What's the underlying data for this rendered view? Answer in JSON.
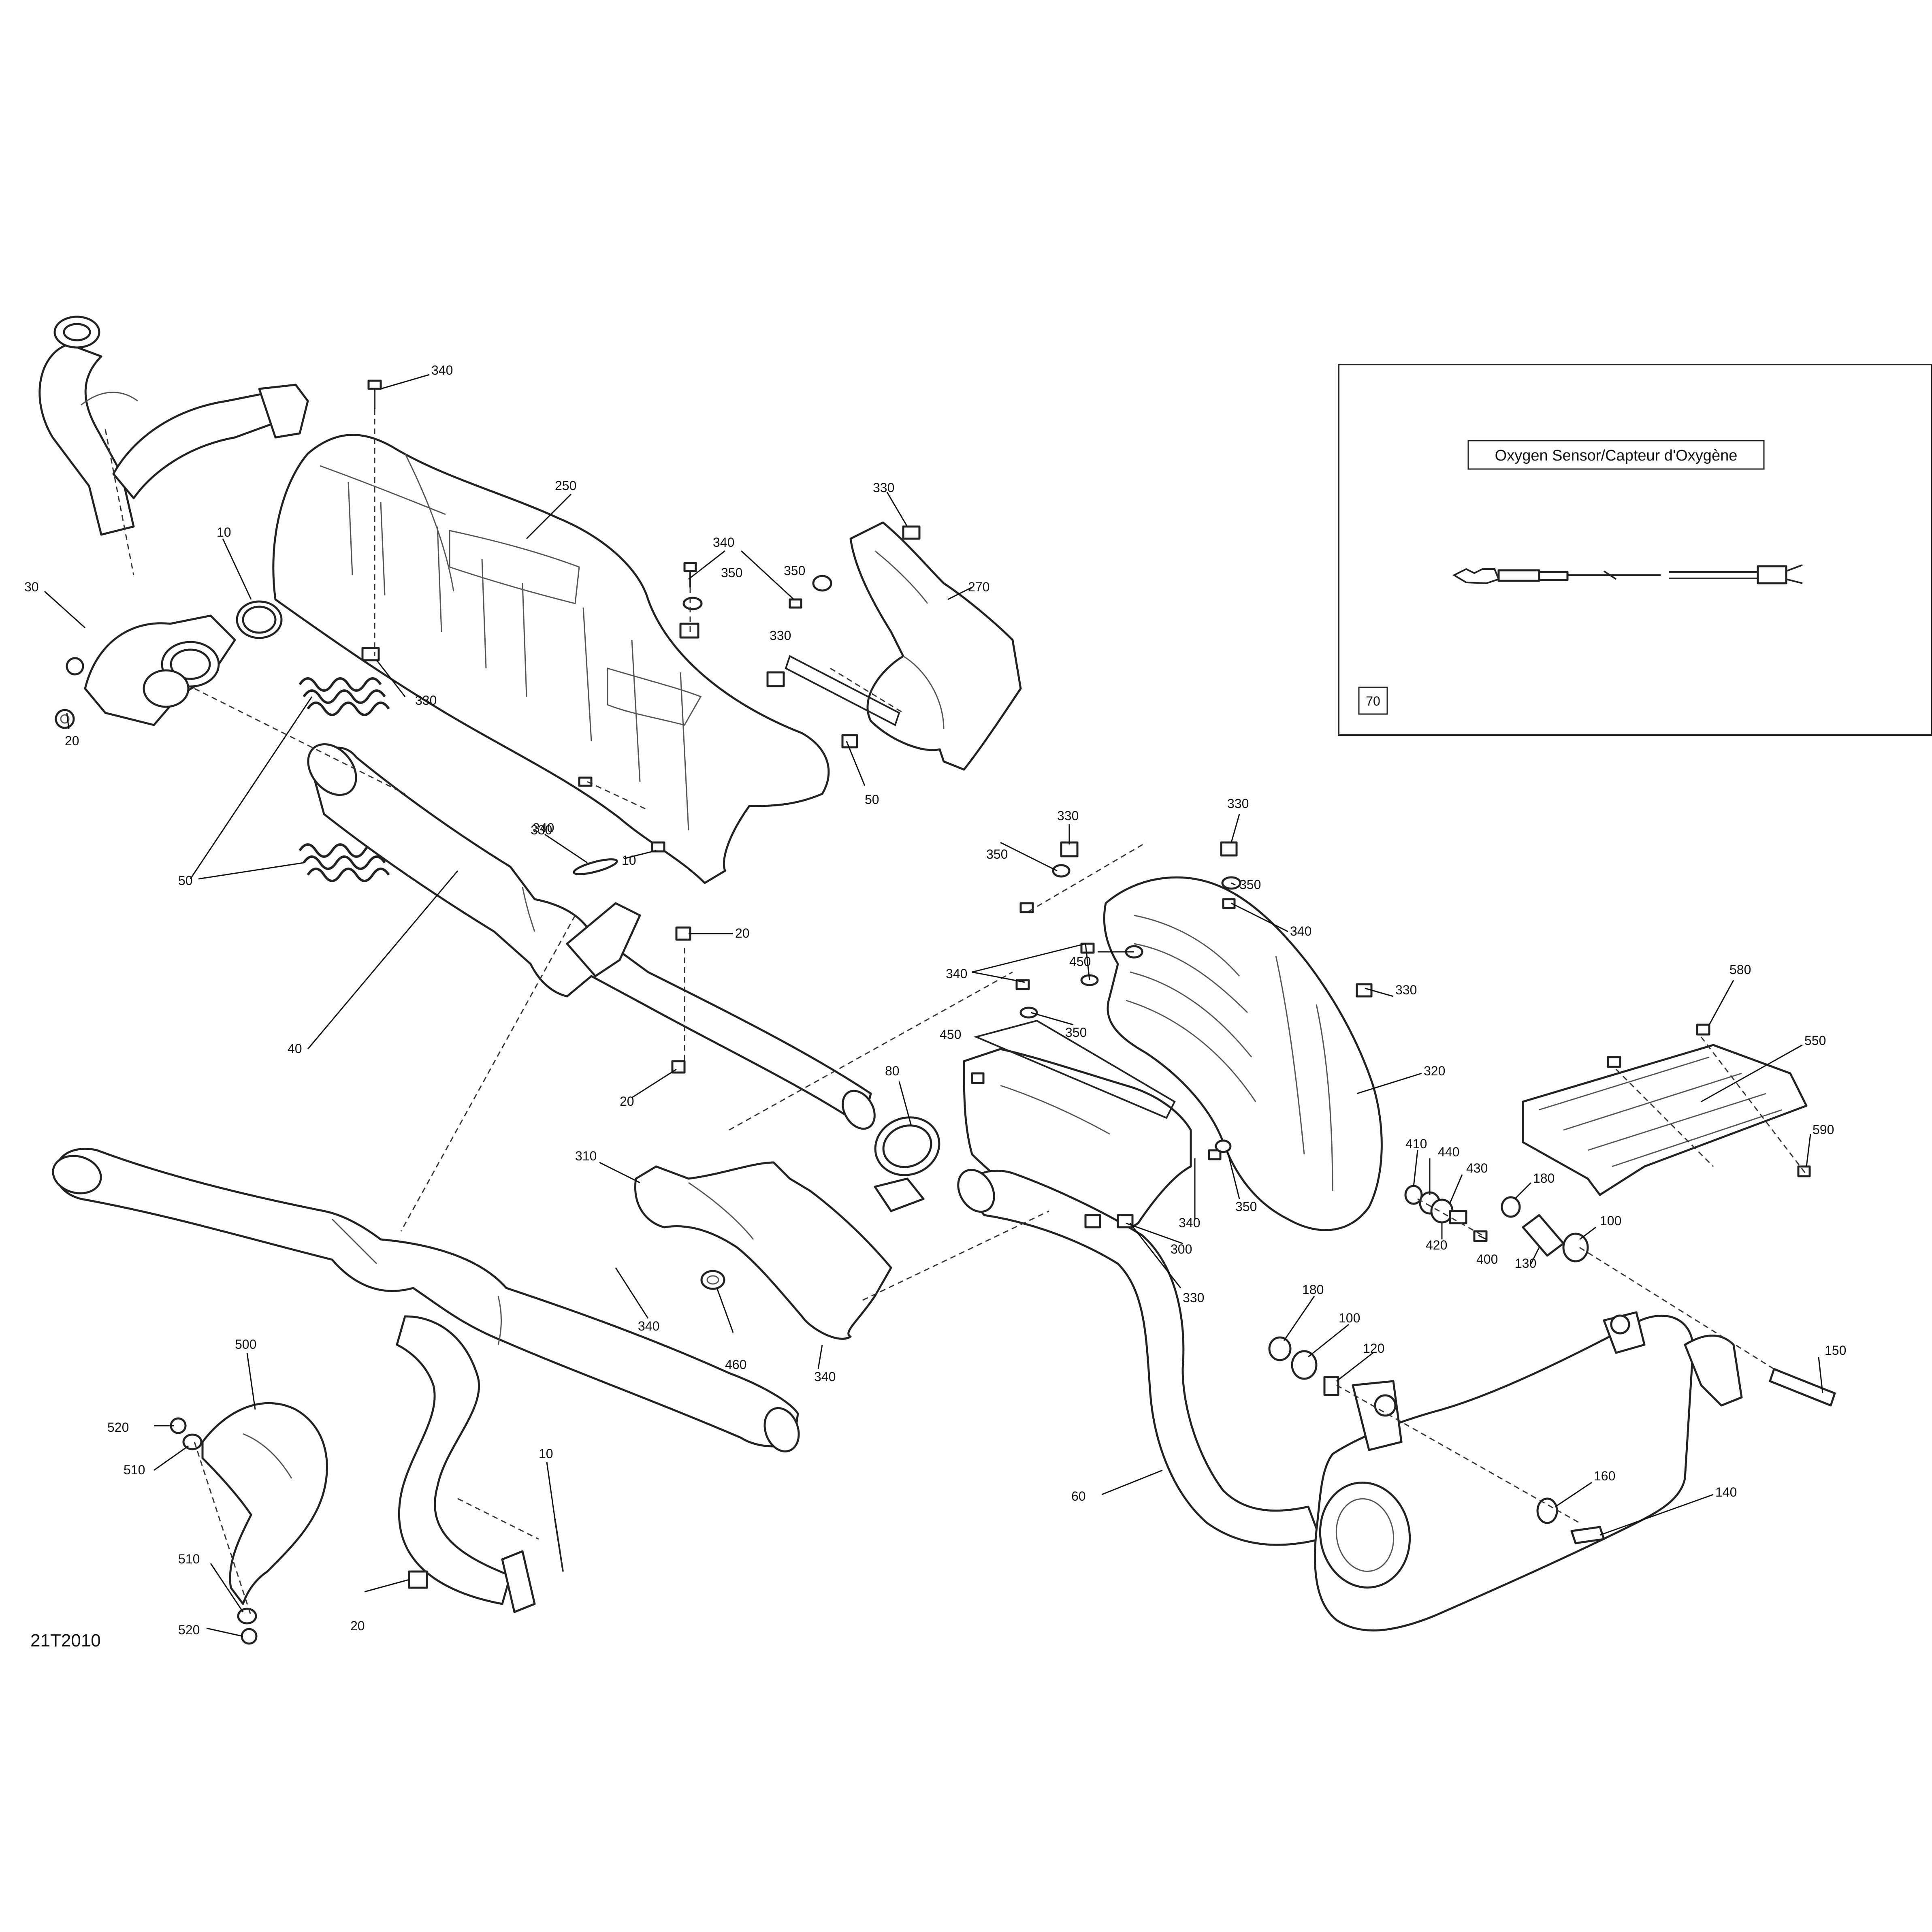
{
  "diagram_id": "21T2010",
  "inset": {
    "title": "Oxygen Sensor/Capteur d'Oxygène",
    "part_number": "70"
  },
  "callouts": [
    "340",
    "250",
    "330",
    "340",
    "350",
    "350",
    "330",
    "270",
    "10",
    "30",
    "330",
    "20",
    "50",
    "330",
    "10",
    "340",
    "50",
    "20",
    "40",
    "20",
    "330",
    "350",
    "330",
    "350",
    "340",
    "340",
    "450",
    "350",
    "450",
    "330",
    "80",
    "310",
    "320",
    "410",
    "440",
    "430",
    "180",
    "100",
    "340",
    "350",
    "300",
    "340",
    "460",
    "420",
    "400",
    "130",
    "330",
    "340",
    "180",
    "100",
    "120",
    "500",
    "520",
    "510",
    "10",
    "60",
    "150",
    "160",
    "140",
    "510",
    "520",
    "20",
    "580",
    "550",
    "590"
  ]
}
